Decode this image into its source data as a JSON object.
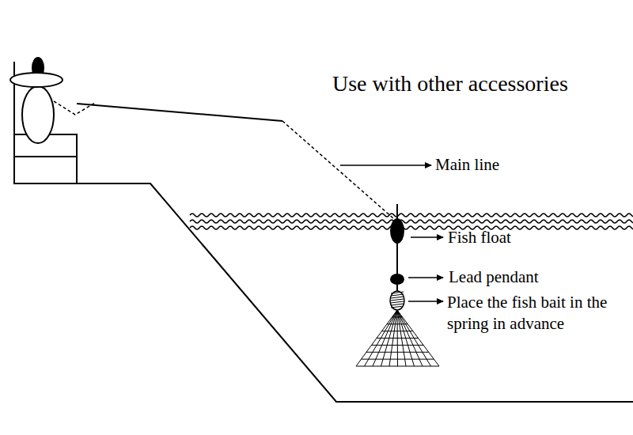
{
  "diagram": {
    "title": "Use with other accessories",
    "labels": [
      "Main line",
      "Fish float",
      "Lead pendant",
      "Place the fish bait in the spring in advance"
    ]
  }
}
